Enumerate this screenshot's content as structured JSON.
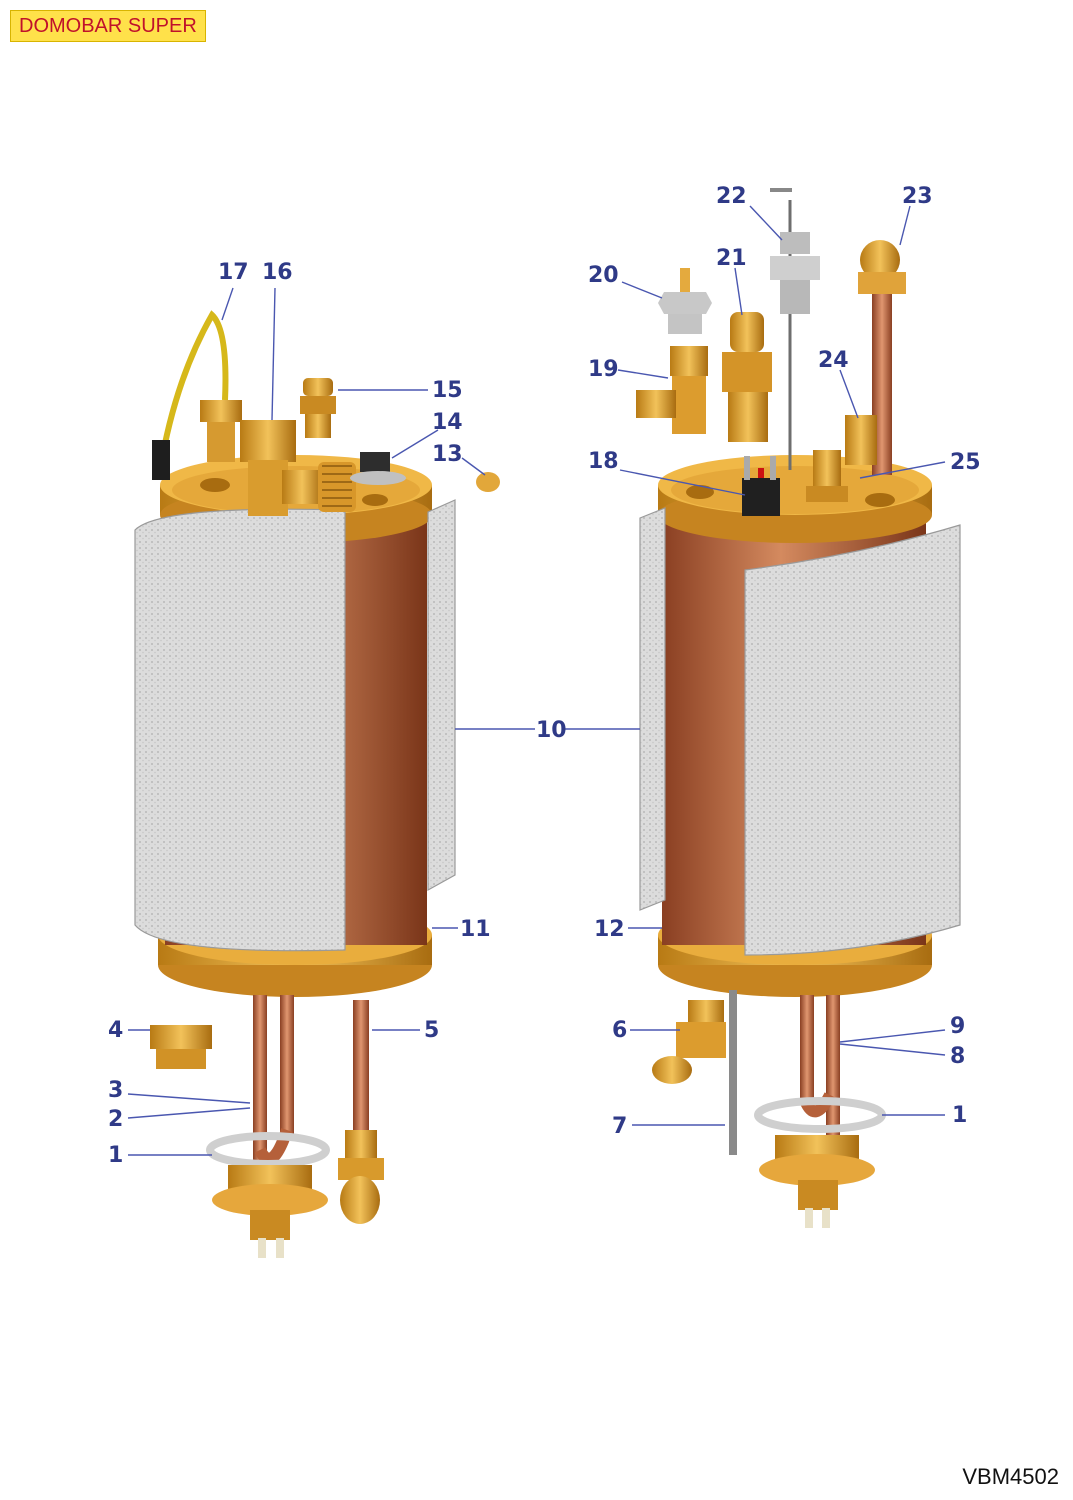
{
  "header": {
    "title": "DOMOBAR SUPER"
  },
  "footer": {
    "code": "VBM4502"
  },
  "colors": {
    "callout": "#2f3a87",
    "brass": "#e0a02e",
    "copper": "#b5603a",
    "insulation": "#d8d8d8",
    "badge": "#ffe14a",
    "badge_text": "#c0112b"
  },
  "callouts": {
    "n1": "1",
    "n2": "2",
    "n3": "3",
    "n4": "4",
    "n5": "5",
    "n6": "6",
    "n7": "7",
    "n8": "8",
    "n9": "9",
    "n10": "10",
    "n11": "11",
    "n12": "12",
    "n13": "13",
    "n14": "14",
    "n15": "15",
    "n16": "16",
    "n17": "17",
    "n18": "18",
    "n19": "19",
    "n20": "20",
    "n21": "21",
    "n22": "22",
    "n23": "23",
    "n24": "24",
    "n25": "25"
  }
}
